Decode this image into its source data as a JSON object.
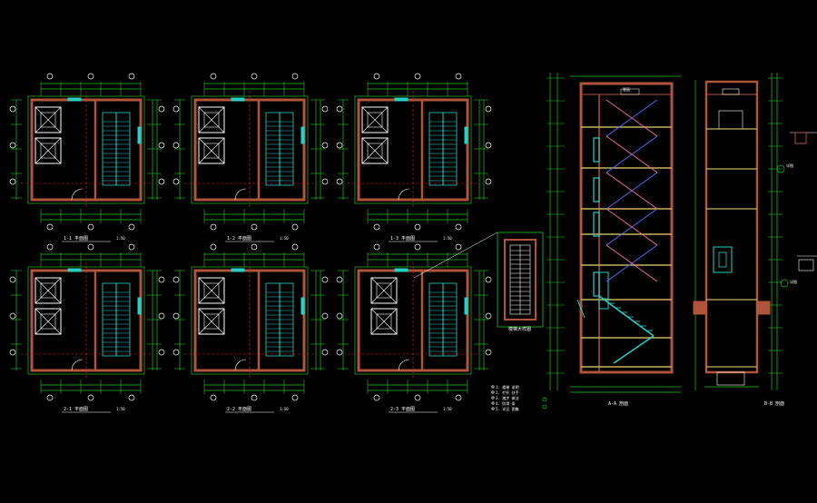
{
  "drawing": {
    "background": "#000000",
    "colors": {
      "dim_green": "#22c322",
      "wall": "#b0543a",
      "stair": "#29d0c8",
      "axis_red": "#e02020",
      "white": "#ffffff",
      "cross_blue": "#5a6cff",
      "cross_pink": "#ff6fa0",
      "slab": "#c8b060"
    },
    "plans": [
      {
        "caption": "1-1 平面图",
        "scale": "1:50"
      },
      {
        "caption": "1-2 平面图",
        "scale": "1:50"
      },
      {
        "caption": "1-3 平面图",
        "scale": "1:50"
      },
      {
        "caption": "2-1 平面图",
        "scale": "1:50"
      },
      {
        "caption": "2-2 平面图",
        "scale": "1:50"
      },
      {
        "caption": "2-3 平面图",
        "scale": "1:50"
      }
    ],
    "detail_caption": "楼梯大样图",
    "section1_caption": "A-A 剖面",
    "section2_caption": "B-B 剖面",
    "roof_label": "屋面",
    "notes": [
      "1. 楼梯 说明",
      "2. 栏杆 扶手",
      "3. 踏步 做法",
      "4. 防滑 条",
      "5. 详见 图集"
    ],
    "detail_tags": [
      "详图",
      "详图"
    ]
  }
}
